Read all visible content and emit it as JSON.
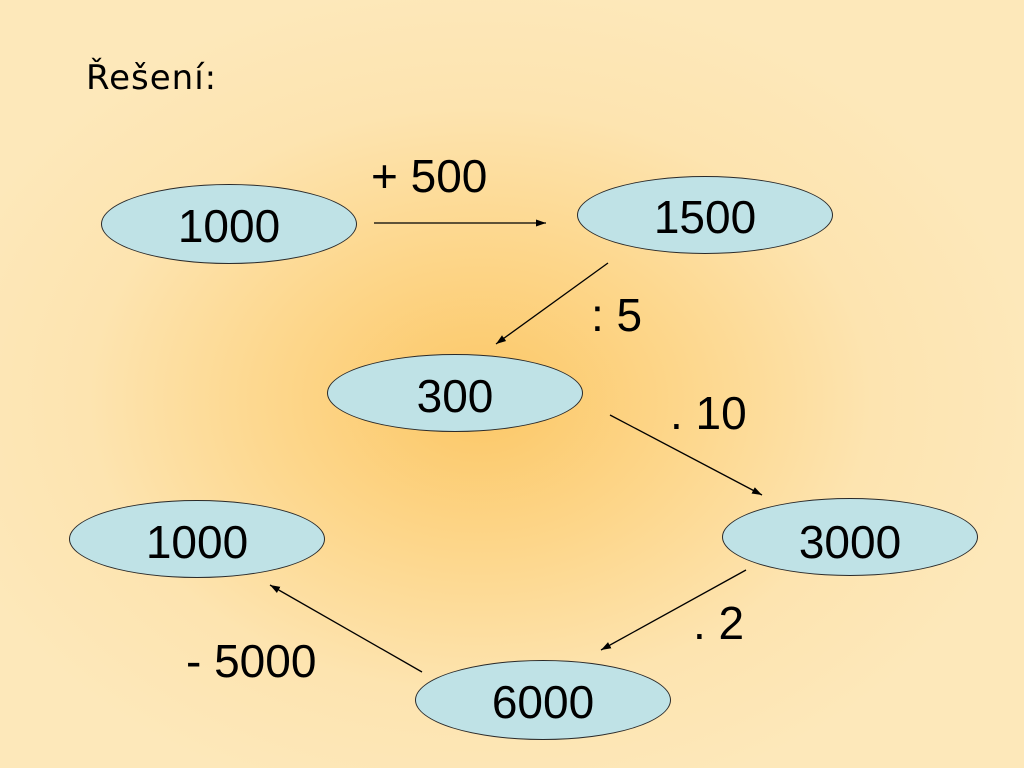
{
  "title": "Řešení:",
  "nodes": {
    "n1": "1000",
    "n2": "1500",
    "n3": "300",
    "n4": "3000",
    "n5": "6000",
    "n6": "1000"
  },
  "operations": {
    "op1": "+ 500",
    "op2": ": 5",
    "op3": ". 10",
    "op4": ". 2",
    "op5": "- 5000"
  },
  "colors": {
    "node_fill": "#bfe2e6",
    "node_border": "#2a2a2a",
    "background_center": "#fcc766",
    "background_edge": "#fde8ba"
  }
}
